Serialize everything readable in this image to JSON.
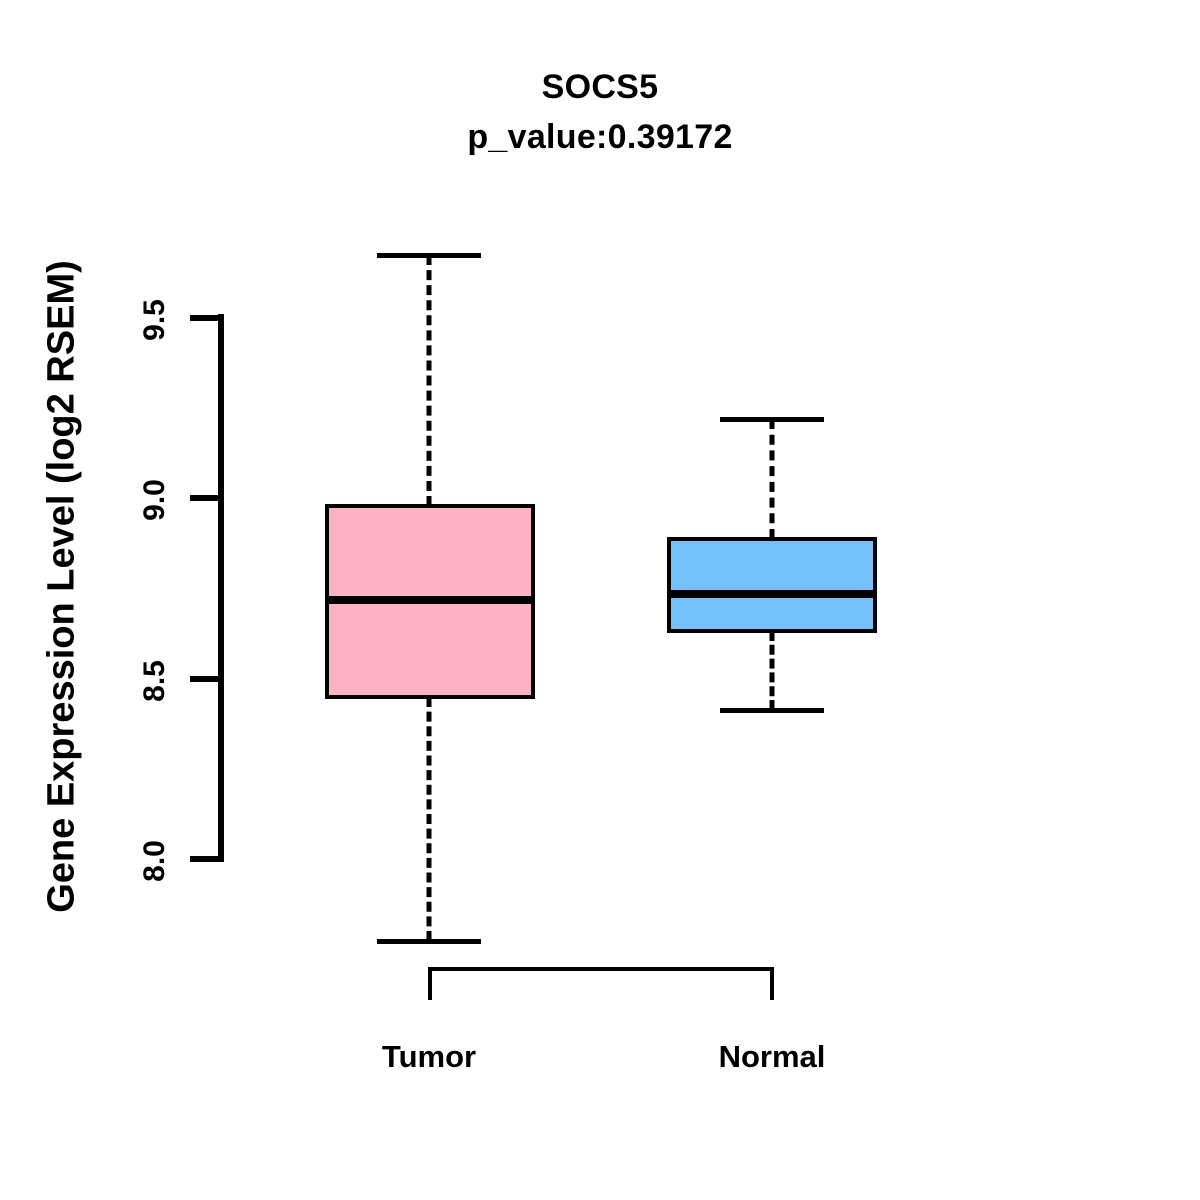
{
  "chart_data": {
    "type": "box",
    "title": "SOCS5",
    "subtitle": "p_value:0.39172",
    "xlabel": "",
    "ylabel": "Gene Expression Level (log2 RSEM)",
    "ylim": [
      7.7,
      9.72
    ],
    "yticks": [
      8.0,
      8.5,
      9.0,
      9.5
    ],
    "ytick_labels": [
      "8.0",
      "8.5",
      "9.0",
      "9.5"
    ],
    "grid": false,
    "legend": "none",
    "categories": [
      "Tumor",
      "Normal"
    ],
    "boxes": [
      {
        "name": "Tumor",
        "fill": "#FFB2C4",
        "stroke": "#000000",
        "whisker_low": 7.77,
        "q1": 8.45,
        "median": 8.72,
        "q3": 8.98,
        "whisker_high": 9.67
      },
      {
        "name": "Normal",
        "fill": "#74C0FB",
        "stroke": "#000000",
        "whisker_low": 8.41,
        "q1": 8.63,
        "median": 8.73,
        "q3": 8.89,
        "whisker_high": 9.22
      }
    ]
  },
  "axis": {
    "y_label": "Gene Expression Level (log2 RSEM)",
    "y_tick_0": "9.5",
    "y_tick_1": "9.0",
    "y_tick_2": "8.5",
    "y_tick_3": "8.0",
    "x_tick_0": "Tumor",
    "x_tick_1": "Normal"
  },
  "header": {
    "title": "SOCS5",
    "subtitle": "p_value:0.39172"
  },
  "colors": {
    "tumor_fill": "#FFB2C4",
    "normal_fill": "#74C0FB",
    "line": "#000000",
    "background": "#FFFFFF"
  }
}
